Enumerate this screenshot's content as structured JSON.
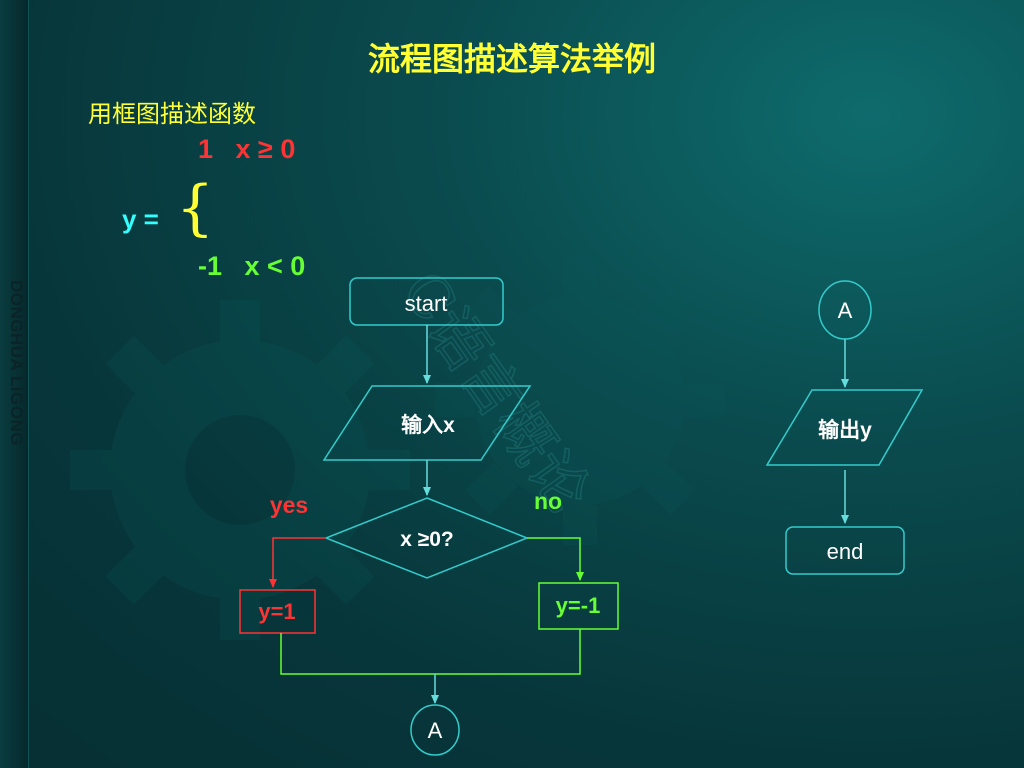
{
  "colors": {
    "background": "#07363a",
    "title": "#ffff33",
    "cyan": "#33ffff",
    "red": "#ff3333",
    "green": "#66ff33",
    "yellow": "#ffff33",
    "box_stroke": "#33cccc",
    "white_text": "#ffffff"
  },
  "sidebar": {
    "vertical_text": "DONGHUA LIGONG"
  },
  "title": "流程图描述算法举例",
  "subtitle": "用框图描述函数",
  "formula": {
    "lhs": "y =",
    "case1": "1   x ≥ 0",
    "case2": "-1   x < 0"
  },
  "watermark": {
    "text": "C语言概论"
  },
  "flowchart": {
    "start": "start",
    "input": "输入x",
    "decision": "x ≥0?",
    "yes_label": "yes",
    "no_label": "no",
    "yes_box": "y=1",
    "no_box": "y=-1",
    "connector_bottom": "A",
    "connector_top": "A",
    "output": "输出y",
    "end": "end"
  }
}
